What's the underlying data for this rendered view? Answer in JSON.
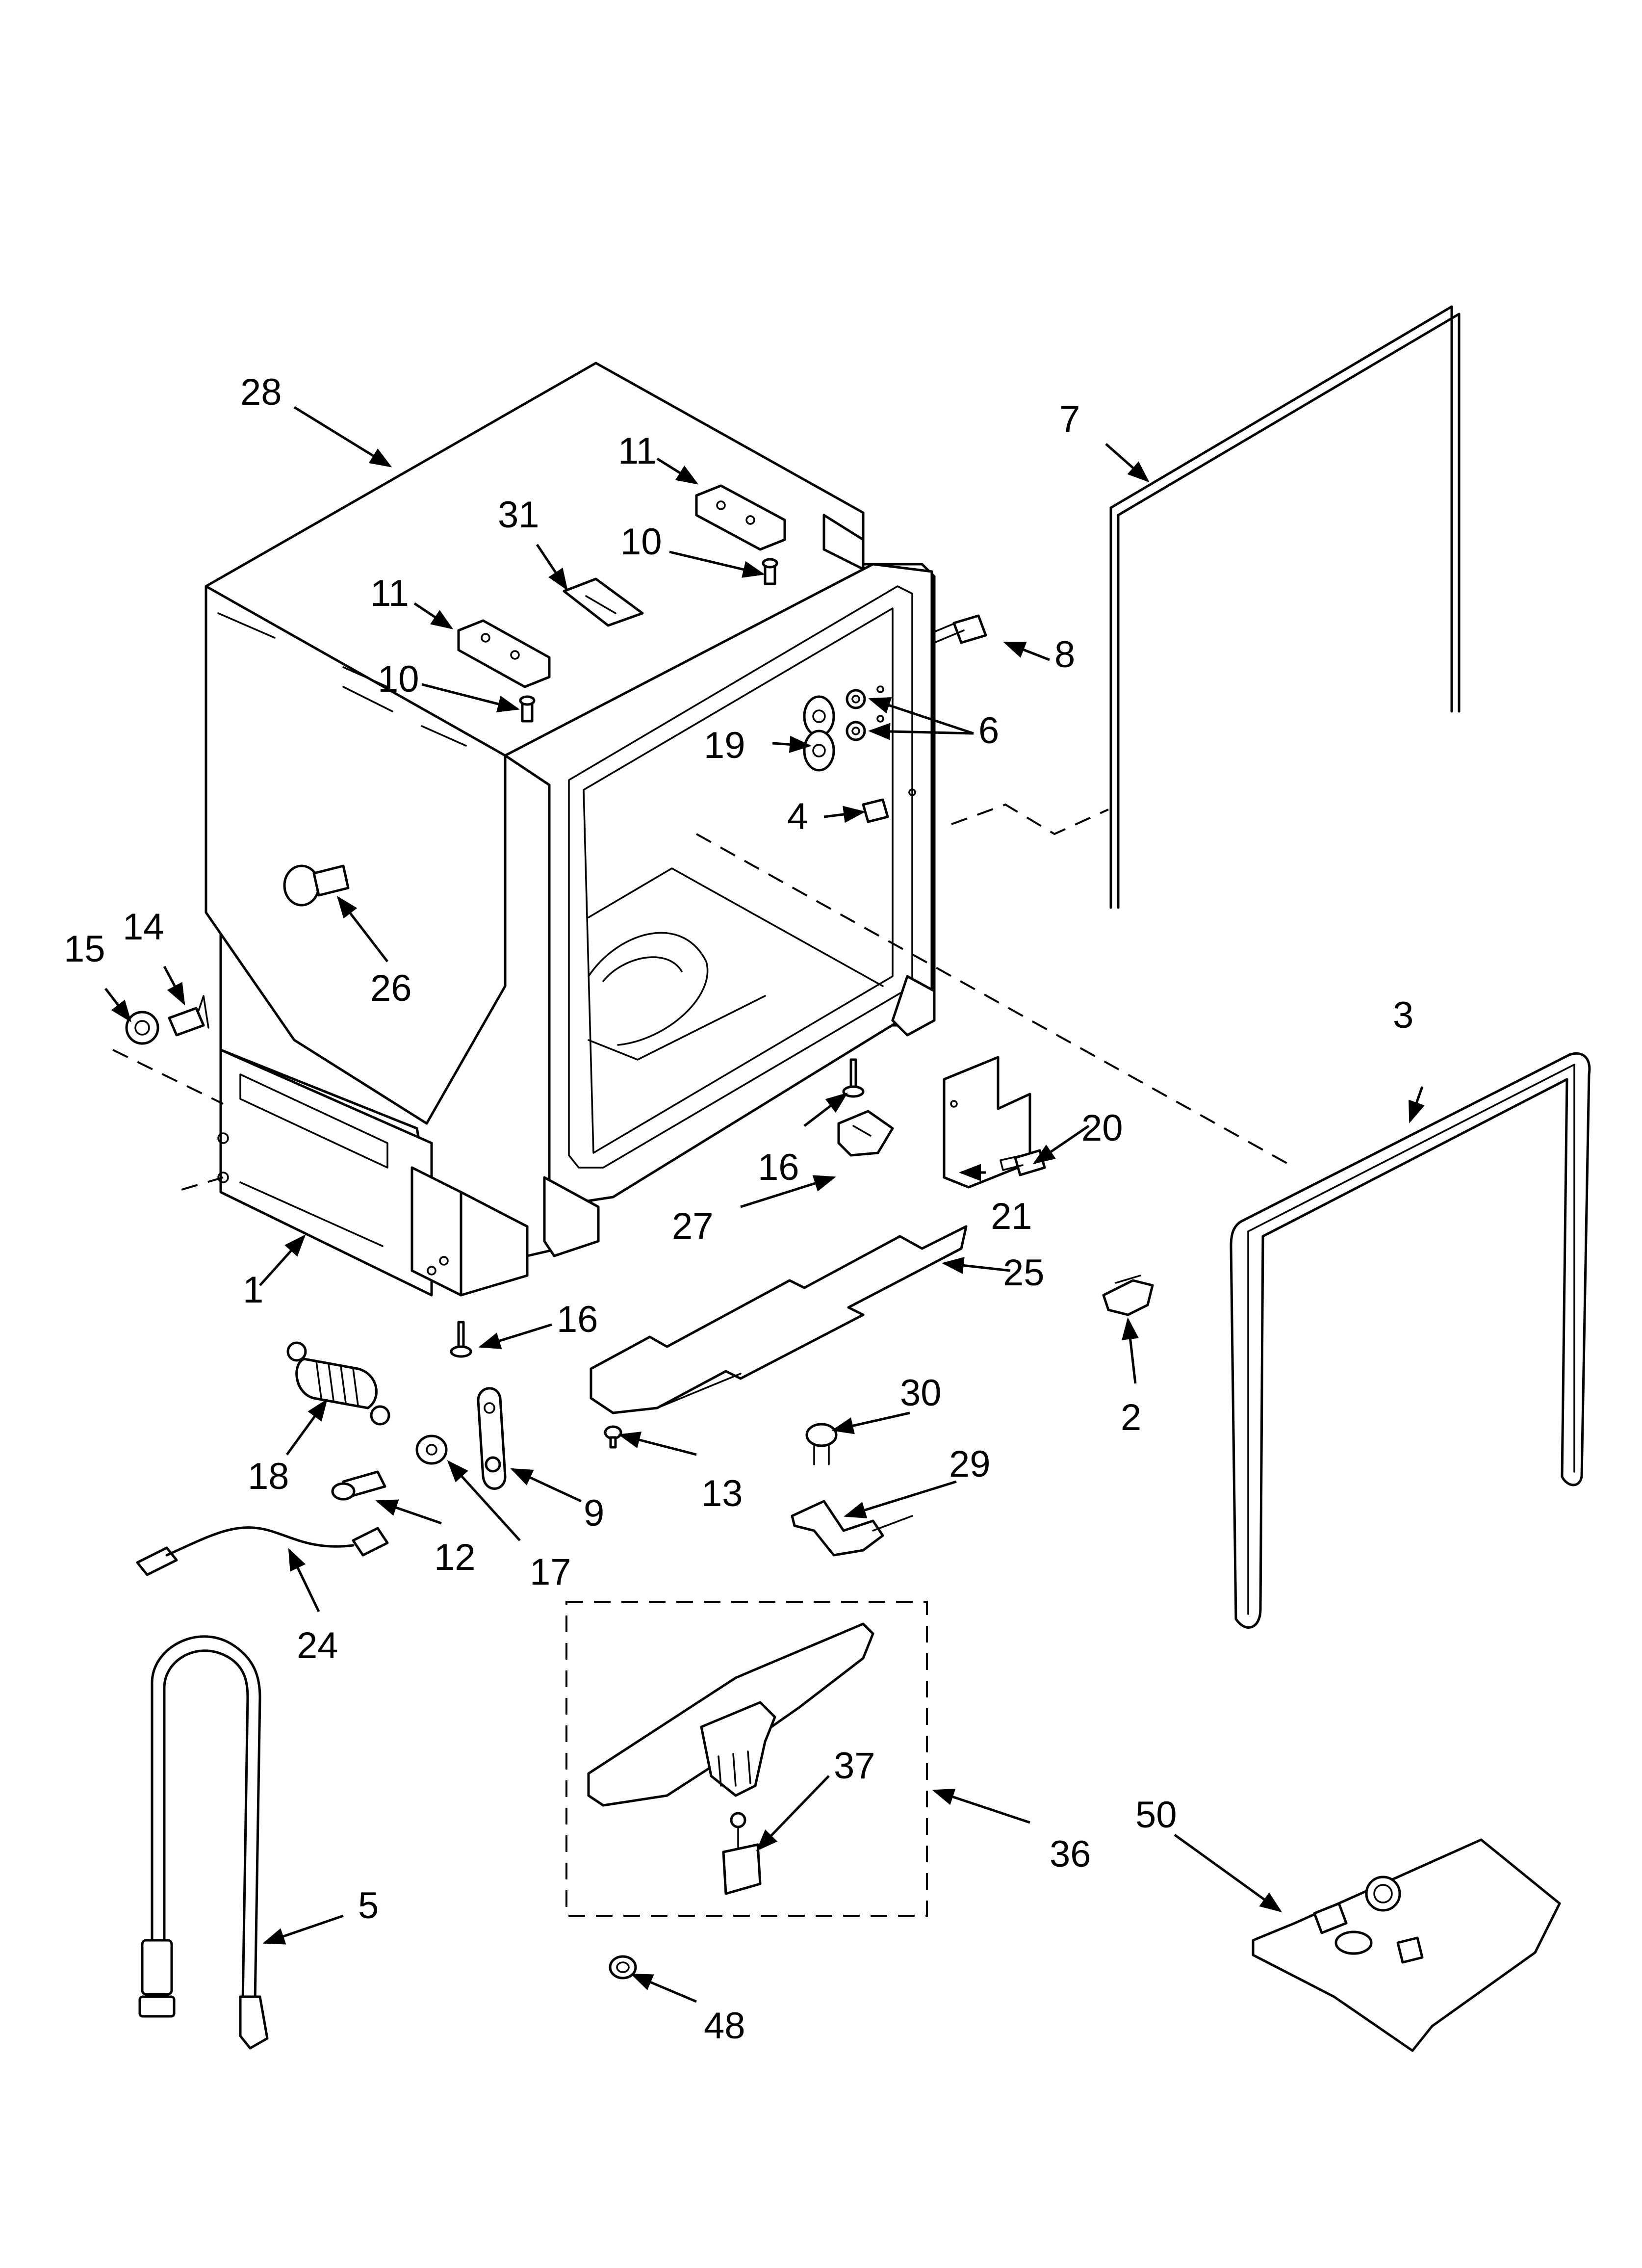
{
  "callouts": {
    "c1": "1",
    "c2": "2",
    "c3": "3",
    "c4": "4",
    "c5": "5",
    "c6": "6",
    "c7": "7",
    "c8": "8",
    "c9": "9",
    "c10a": "10",
    "c10b": "10",
    "c11a": "11",
    "c11b": "11",
    "c12": "12",
    "c13": "13",
    "c14": "14",
    "c15": "15",
    "c16a": "16",
    "c16b": "16",
    "c17": "17",
    "c18": "18",
    "c19": "19",
    "c20": "20",
    "c21": "21",
    "c24": "24",
    "c25": "25",
    "c26": "26",
    "c27": "27",
    "c28": "28",
    "c29": "29",
    "c30": "30",
    "c31": "31",
    "c36": "36",
    "c37": "37",
    "c48": "48",
    "c50": "50"
  }
}
